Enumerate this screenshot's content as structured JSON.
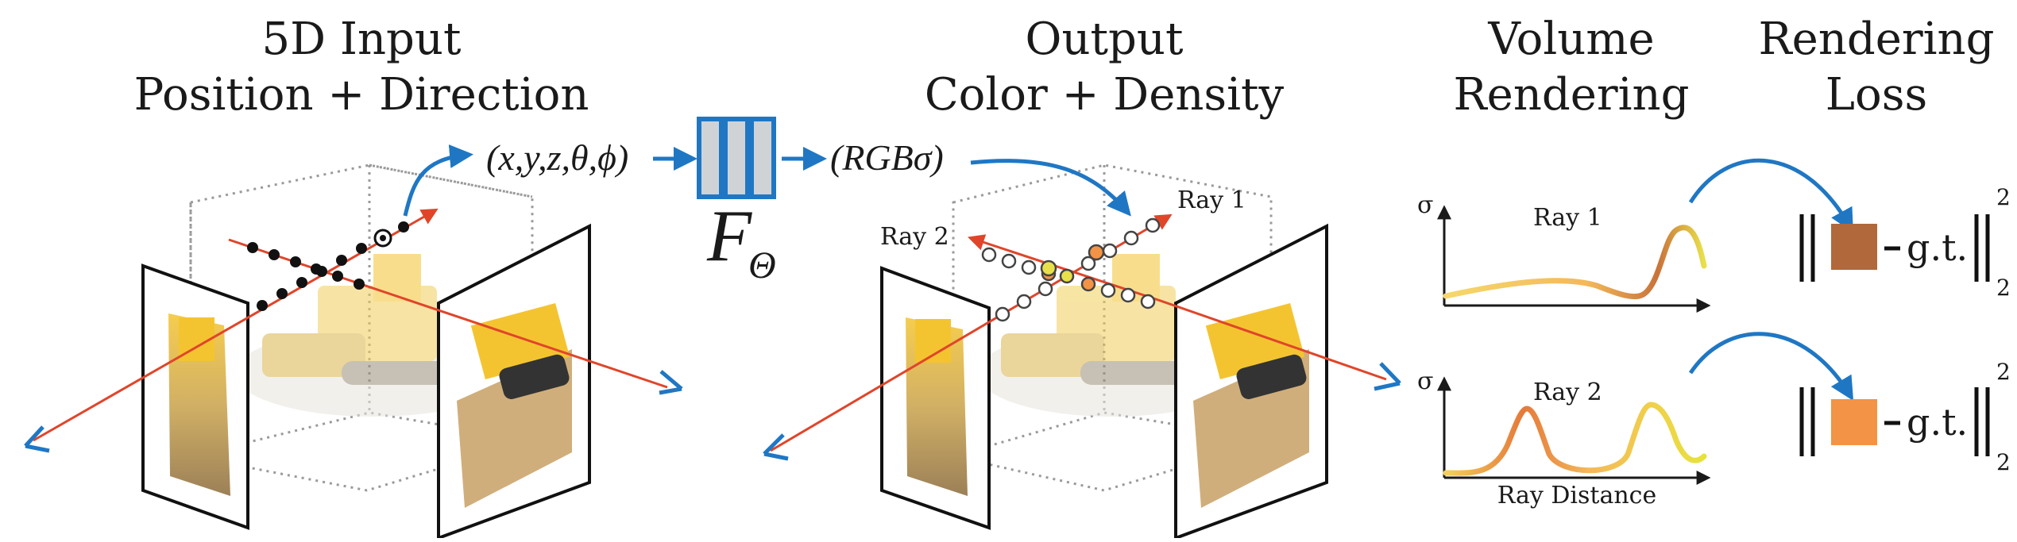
{
  "sections": {
    "input": {
      "title_line1": "5D Input",
      "title_line2": "Position + Direction"
    },
    "output": {
      "title_line1": "Output",
      "title_line2": "Color + Density"
    },
    "volume": {
      "title_line1": "Volume",
      "title_line2": "Rendering"
    },
    "loss": {
      "title_line1": "Rendering",
      "title_line2": "Loss"
    }
  },
  "network": {
    "input_label": "(x,y,z,θ,ϕ)",
    "output_label": "(RGBσ)",
    "function_name": "F",
    "function_subscript": "Θ"
  },
  "rays": {
    "ray1": "Ray 1",
    "ray2": "Ray 2"
  },
  "plots": {
    "y_axis": "σ",
    "ray1_title": "Ray 1",
    "ray2_title": "Ray 2",
    "x_axis": "Ray Distance"
  },
  "loss": {
    "ground_truth": "g.t.",
    "norm_subscript": "2",
    "norm_superscript": "2",
    "ray1_color": "#b1683a",
    "ray2_color": "#f39345"
  },
  "colors": {
    "arrow_blue": "#1f77c4",
    "ray_red": "#e0452a",
    "box_dotted": "#9a9a9a",
    "network_fill": "#cfd3d6"
  }
}
